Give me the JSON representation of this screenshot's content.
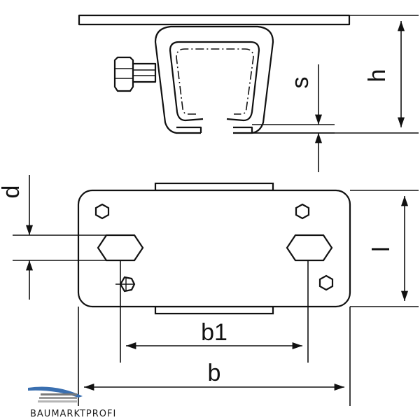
{
  "labels": {
    "h": "h",
    "s": "s",
    "d": "d",
    "l": "l",
    "b1": "b1",
    "b": "b"
  },
  "brand": {
    "name": "BAUMARKTPROFI",
    "accent_color": "#3a6fb0"
  },
  "colors": {
    "line": "#111111",
    "background": "#ffffff"
  }
}
